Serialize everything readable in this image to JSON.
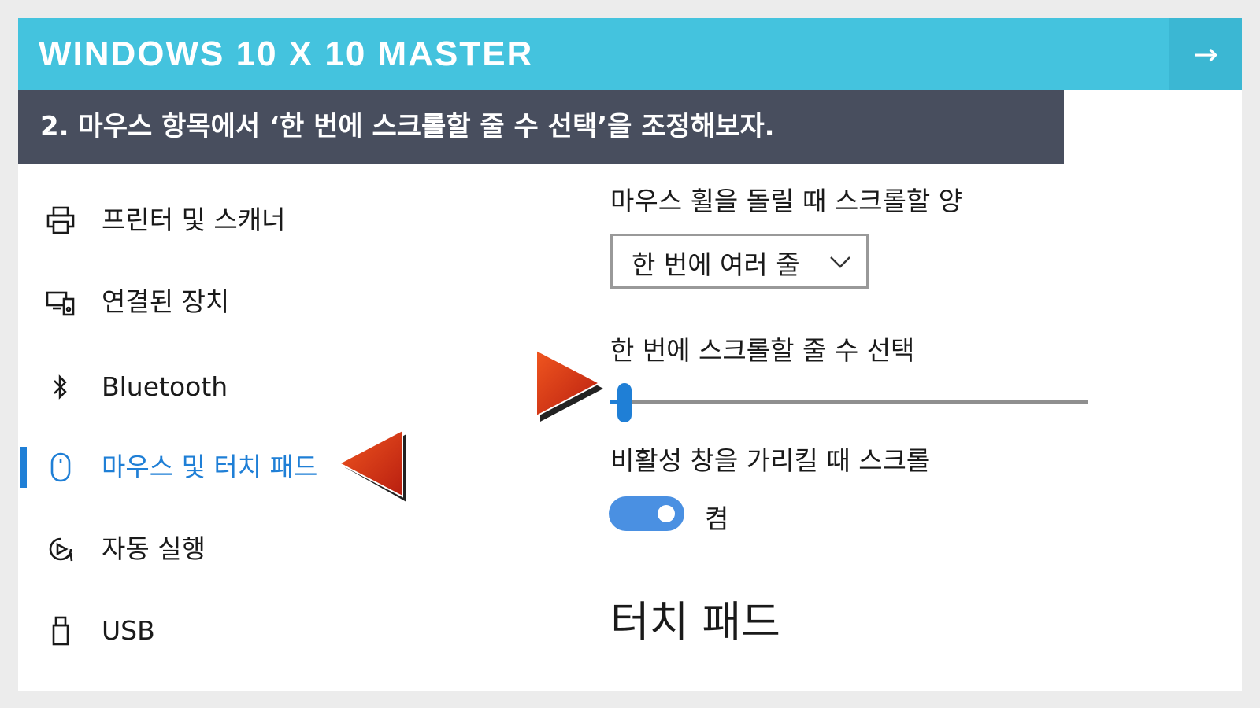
{
  "banner": {
    "title": "WINDOWS 10 X 10 MASTER",
    "arrow_icon": "arrow-right-icon",
    "arrow_glyph": "→",
    "color": "#44c3de"
  },
  "step": {
    "text": "2. 마우스 항목에서 ‘한 번에 스크롤할 줄 수 선택’을 조정해보자.",
    "color": "#484e5e"
  },
  "sidebar": {
    "items": [
      {
        "label": "프린터 및 스캐너",
        "icon": "printer-icon",
        "active": false
      },
      {
        "label": "연결된 장치",
        "icon": "connected-devices-icon",
        "active": false
      },
      {
        "label": "Bluetooth",
        "icon": "bluetooth-icon",
        "active": false
      },
      {
        "label": "마우스 및 터치 패드",
        "icon": "mouse-icon",
        "active": true
      },
      {
        "label": "자동 실행",
        "icon": "autoplay-icon",
        "active": false
      },
      {
        "label": "USB",
        "icon": "usb-icon",
        "active": false
      }
    ],
    "accent": "#1f7fd6"
  },
  "settings": {
    "wheel_label": "마우스 휠을 돌릴 때 스크롤할 양",
    "wheel_select": {
      "value": "한 번에 여러 줄",
      "icon": "chevron-down-icon"
    },
    "lines_label": "한 번에 스크롤할 줄 수 선택",
    "lines_slider": {
      "fraction": 0.02
    },
    "inactive_label": "비활성 창을 가리킬 때 스크롤",
    "inactive_toggle": {
      "state": "켬",
      "on": true
    },
    "touchpad_heading": "터치 패드"
  },
  "annotations": {
    "pointer_color": "#d8321a"
  }
}
